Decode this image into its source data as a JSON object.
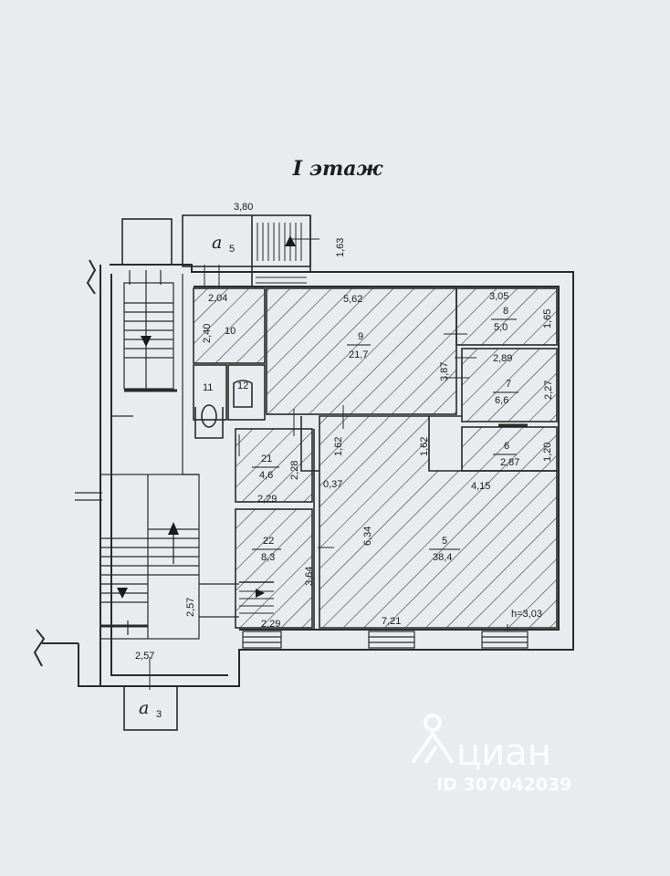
{
  "title": "I этаж",
  "dimensions": {
    "top_stairs": "3,80",
    "top_stairs_side": "1,63",
    "r10_w": "2,04",
    "r10_h": "2,40",
    "r9_w": "5,62",
    "r9_h": "3,87",
    "r8_w": "3,05",
    "r8_h": "1,65",
    "r7_w": "2,89",
    "r7_h": "2,27",
    "r6_w": "2,87",
    "r6_h": "1,20",
    "r21_h": "2,28",
    "r21_w": "2,29",
    "corr_a": "1,62",
    "corr_b": "1,62",
    "corr_c": "0,37",
    "r5_top": "4,15",
    "r5_h": "6,34",
    "r5_w": "7,21",
    "r22_h": "3,64",
    "r22_w": "2,29",
    "stair_h": "2,57",
    "stair_w": "2,57",
    "height": "h=3,03"
  },
  "rooms": [
    {
      "num": "10",
      "area": ""
    },
    {
      "num": "9",
      "area": "21,7"
    },
    {
      "num": "8",
      "area": "5,0"
    },
    {
      "num": "7",
      "area": "6,6"
    },
    {
      "num": "6",
      "area": ""
    },
    {
      "num": "11",
      "area": ""
    },
    {
      "num": "12",
      "area": ""
    },
    {
      "num": "21",
      "area": "4,6"
    },
    {
      "num": "22",
      "area": "8,3"
    },
    {
      "num": "5",
      "area": "38,4"
    }
  ],
  "axes": {
    "a5": {
      "letter": "a",
      "sub": "5"
    },
    "a3": {
      "letter": "a",
      "sub": "3"
    }
  },
  "watermark": {
    "brand": "циан",
    "id": "ID 307042039"
  },
  "colors": {
    "line": "#2a2a2a",
    "paper": "#e9ebee",
    "hatch": "#3a3a3a"
  }
}
